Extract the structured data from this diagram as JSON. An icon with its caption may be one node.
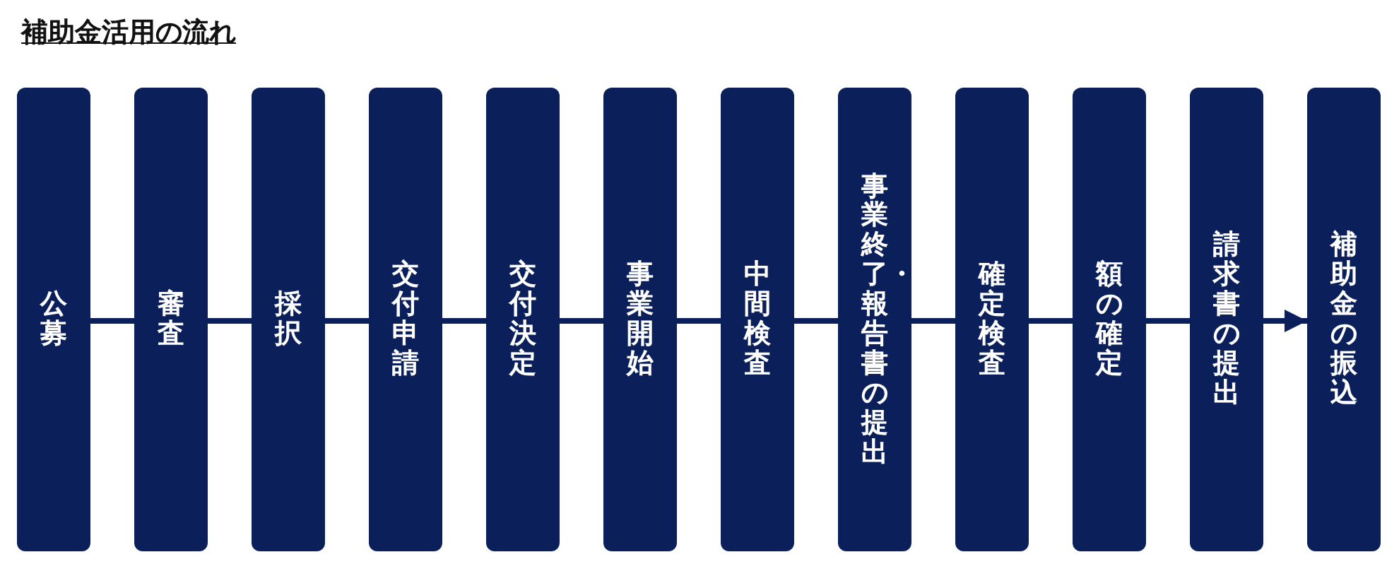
{
  "diagram": {
    "title": "補助金活用の流れ",
    "nodes": [
      {
        "text": [
          "公募"
        ]
      },
      {
        "text": [
          "審査"
        ]
      },
      {
        "text": [
          "採択"
        ]
      },
      {
        "text": [
          "交付申請"
        ]
      },
      {
        "text": [
          "交付決定"
        ]
      },
      {
        "text": [
          "事業開始"
        ]
      },
      {
        "text": [
          "中間検査"
        ]
      },
      {
        "text": [
          "事業終了・報告書の提出"
        ]
      },
      {
        "text": [
          "確定検査"
        ]
      },
      {
        "text": [
          "額の確定"
        ]
      },
      {
        "text": [
          "請求書の提出"
        ]
      },
      {
        "text": [
          "補助金の振込"
        ]
      }
    ],
    "edges": [
      {
        "from": 0,
        "to": 1,
        "arrow": "none"
      },
      {
        "from": 1,
        "to": 2,
        "arrow": "none"
      },
      {
        "from": 2,
        "to": 3,
        "arrow": "none"
      },
      {
        "from": 3,
        "to": 4,
        "arrow": "none"
      },
      {
        "from": 4,
        "to": 5,
        "arrow": "none"
      },
      {
        "from": 5,
        "to": 6,
        "arrow": "none"
      },
      {
        "from": 6,
        "to": 7,
        "arrow": "none"
      },
      {
        "from": 7,
        "to": 8,
        "arrow": "none"
      },
      {
        "from": 8,
        "to": 9,
        "arrow": "none"
      },
      {
        "from": 9,
        "to": 10,
        "arrow": "none"
      },
      {
        "from": 10,
        "to": 11,
        "arrow": "to"
      }
    ]
  }
}
